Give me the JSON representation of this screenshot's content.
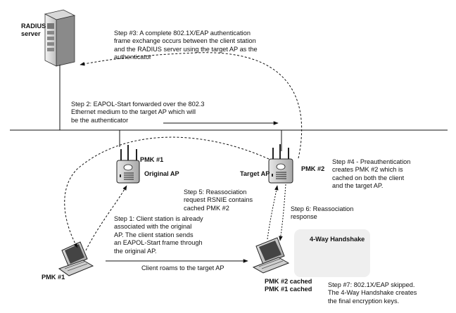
{
  "nodes": {
    "radius_server": {
      "label": "RADIUS\nserver"
    },
    "original_ap": {
      "label": "Original AP",
      "pmk": "PMK #1"
    },
    "target_ap": {
      "label": "Target AP",
      "pmk": "PMK #2"
    },
    "client_start": {
      "pmk": "PMK #1"
    },
    "client_end": {
      "pmk_lines": "PMK #2 cached\nPMK #1 cached"
    },
    "handshake": {
      "label": "4-Way Handshake"
    }
  },
  "steps": {
    "step1": "Step 1: Client station is already\nassociated with the original\nAP. The client station sends\nan EAPOL-Start frame through\nthe original AP.",
    "step2": "Step 2: EAPOL-Start forwarded over the 802.3\nEthernet medium to the target AP which will\nbe the authenticator",
    "step3": "Step #3: A complete 802.1X/EAP authentication\nframe exchange occurs between the client station\nand the RADIUS server using the target AP as the\nauthenticator",
    "step4": "Step #4 - Preauthentication\ncreates PMK #2 which is\ncached on both the client\nand the target AP.",
    "step5": "Step 5: Reassociation\nrequest RSNIE contains\ncached PMK #2",
    "step6": "Step 6: Reassociation\nresponse",
    "step7": "Step #7: 802.1X/EAP skipped.\nThe 4-Way Handshake creates\nthe final encryption keys.",
    "roam": "Client roams to the target AP"
  }
}
